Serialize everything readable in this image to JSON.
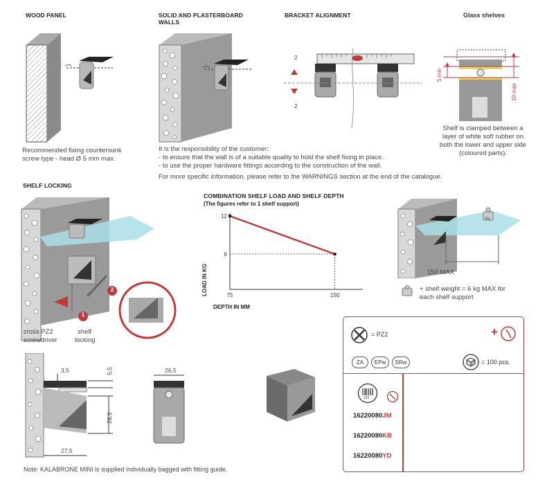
{
  "sections": {
    "wood_panel": {
      "title": "WOOD PANEL",
      "caption_1": "Recommended fixing countersunk",
      "caption_2": "screw type - head Ø 5 mm max."
    },
    "solid_walls": {
      "title_1": "SOLID AND PLASTERBOARD",
      "title_2": "WALLS",
      "text_1": "It is the responsibility of the customer:",
      "text_2": "- to ensure that the wall is of a suitable quality to hold the shelf fixing in place.",
      "text_3": "- to use the proper hardware fittings according to the construction of the wall.",
      "text_4": "For more specific information, please refer to the WARNINGS section at the end of the catalogue."
    },
    "bracket_alignment": {
      "title": "BRACKET ALIGNMENT",
      "label_top": "2",
      "label_bottom": "2"
    },
    "glass_shelves": {
      "title": "Glass shelves",
      "dim_min": "5 min",
      "dim_max": "10 max",
      "caption_1": "Shelf is clamped between a",
      "caption_2": "layer of white soft rubber on",
      "caption_3": "both the lower and upper side",
      "caption_4": "(coloured parts)."
    },
    "shelf_locking": {
      "title": "SHELF LOCKING",
      "step_1": "1",
      "step_2": "2",
      "label_screwdriver_1": "cross PZ2",
      "label_screwdriver_2": "screwdriver",
      "label_locking_1": "shelf",
      "label_locking_2": "locking"
    },
    "load_chart_header": {
      "title": "COMBINATION SHELF LOAD AND SHELF DEPTH",
      "subtitle": "(The figures refer to 1 shelf support)"
    },
    "shelf_load": {
      "dim_label": "150 MAX",
      "weight_label": "Kg",
      "caption_1": "+ shelf weight = 6 kg MAX for",
      "caption_2": "each shelf support"
    },
    "dimensions": {
      "d_3_5": "3,5",
      "d_5_5": "5,5",
      "d_28_5": "28,5",
      "d_27_5": "27,5",
      "d_26_5": "26,5"
    },
    "note": "Note: KALABRONE MINI is supplied individually bagged with fitting guide."
  },
  "spec_box": {
    "screwdriver_label": "= PZ2",
    "plus": "+",
    "badges": [
      "ZA",
      "EPw",
      "SRw"
    ],
    "pack_label": "= 100 pcs.",
    "barcode_digits": "123",
    "codes": [
      {
        "base": "16220080",
        "suffix": "JM"
      },
      {
        "base": "16220080",
        "suffix": "KB"
      },
      {
        "base": "16220080",
        "suffix": "YD"
      }
    ],
    "accent": "#c0393c"
  },
  "chart_data": {
    "type": "line",
    "title": "",
    "xlabel": "DEPTH IN MM",
    "ylabel": "LOAD IN KG",
    "x_ticks": [
      75,
      150
    ],
    "y_ticks": [
      6,
      12
    ],
    "xlim": [
      75,
      170
    ],
    "ylim": [
      0,
      12
    ],
    "series": [
      {
        "x": [
          75,
          150
        ],
        "y": [
          12,
          6
        ]
      }
    ],
    "line_color": "#c0393c",
    "grid": false
  }
}
